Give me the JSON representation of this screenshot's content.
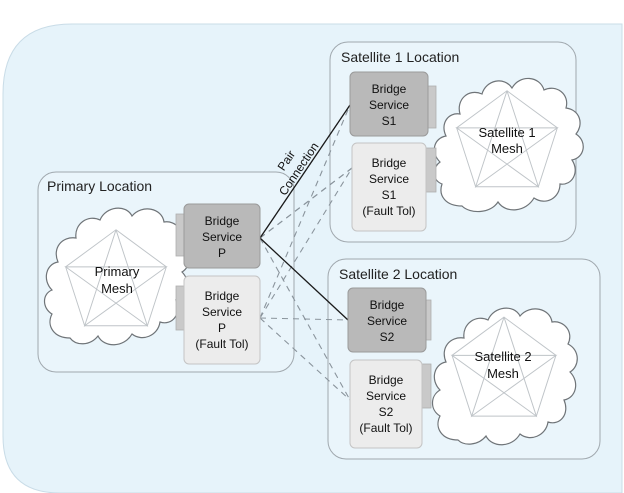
{
  "primary": {
    "title": "Primary Location",
    "mesh": [
      "Primary",
      "Mesh"
    ],
    "bridge": [
      "Bridge",
      "Service",
      "P"
    ],
    "bridge_ft": [
      "Bridge",
      "Service",
      "P",
      "(Fault Tol)"
    ]
  },
  "satellite1": {
    "title": "Satellite 1 Location",
    "mesh": [
      "Satellite 1",
      "Mesh"
    ],
    "bridge": [
      "Bridge",
      "Service",
      "S1"
    ],
    "bridge_ft": [
      "Bridge",
      "Service",
      "S1",
      "(Fault Tol)"
    ]
  },
  "satellite2": {
    "title": "Satellite 2 Location",
    "mesh": [
      "Satellite 2",
      "Mesh"
    ],
    "bridge": [
      "Bridge",
      "Service",
      "S2"
    ],
    "bridge_ft": [
      "Bridge",
      "Service",
      "S2",
      "(Fault Tol)"
    ]
  },
  "pair_connection": [
    "Pair",
    "Connection"
  ],
  "colors": {
    "background": "#e6f3fa",
    "location_fill": "#eaf5fb",
    "location_stroke": "#a0a8ae",
    "bridge_active": "#b9b9b9",
    "bridge_ft": "#ececec",
    "solid_link": "#1a1a1a",
    "dashed_link": "#8a949c"
  }
}
